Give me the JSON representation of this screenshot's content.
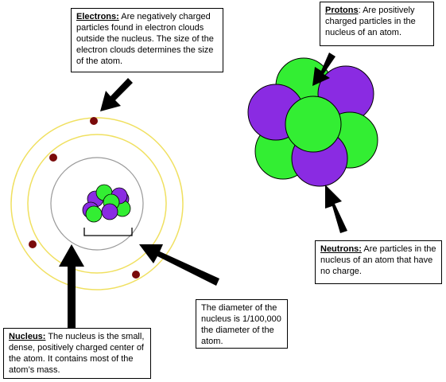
{
  "electrons_box": {
    "term": "Electrons:",
    "text": " Are negatively charged particles found in electron clouds outside the nucleus. The size of the electron clouds determines the size of the atom."
  },
  "protons_box": {
    "term": "Protons",
    "text": ": Are positively charged particles in the nucleus of an atom."
  },
  "neutrons_box": {
    "term": "Neutrons:",
    "text": " Are particles in the nucleus of an atom that have no charge."
  },
  "diameter_box": {
    "text": "The diameter of the nucleus is 1/100,000 the diameter of the atom."
  },
  "nucleus_box": {
    "term": "Nucleus:",
    "text": " The nucleus is the small, dense, positively charged center of the atom. It contains most of the atom’s mass."
  },
  "colors": {
    "proton": "#8a2be2",
    "neutron": "#33ee33",
    "electron": "#7a0a0a",
    "orbit": "#f0e060",
    "nucleus_boundary": "#999999",
    "arrow": "#000000"
  }
}
